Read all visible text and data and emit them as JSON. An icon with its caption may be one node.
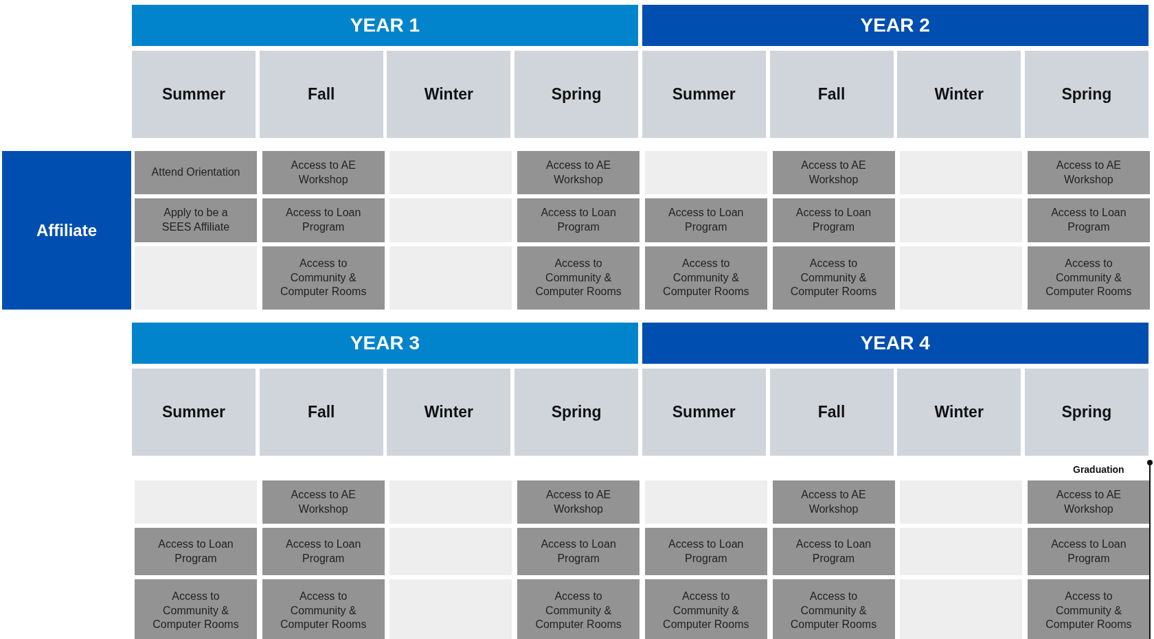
{
  "diagram": {
    "nodes": [
      {
        "text": [
          "YEAR 1"
        ]
      },
      {
        "text": [
          "YEAR 2"
        ]
      },
      {
        "text": [
          "Summer"
        ]
      },
      {
        "text": [
          "Fall"
        ]
      },
      {
        "text": [
          "Winter"
        ]
      },
      {
        "text": [
          "Spring"
        ]
      },
      {
        "text": [
          "Summer"
        ]
      },
      {
        "text": [
          "Fall"
        ]
      },
      {
        "text": [
          "Winter"
        ]
      },
      {
        "text": [
          "Spring"
        ]
      },
      {
        "text": [
          "Affiliate"
        ]
      },
      {
        "text": [
          "Attend Orientation"
        ]
      },
      {
        "text": [
          "Access to AE Workshop"
        ]
      },
      {
        "text": [],
        "shape": "box"
      },
      {
        "text": [
          "Access to AE Workshop"
        ]
      },
      {
        "text": [],
        "shape": "box"
      },
      {
        "text": [
          "Access to AE Workshop"
        ]
      },
      {
        "text": [],
        "shape": "box"
      },
      {
        "text": [
          "Access to AE Workshop"
        ]
      },
      {
        "text": [
          "Apply to be a SEES Affiliate"
        ]
      },
      {
        "text": [
          "Access to Loan Program"
        ]
      },
      {
        "text": [],
        "shape": "box"
      },
      {
        "text": [
          "Access to Loan Program"
        ]
      },
      {
        "text": [
          "Access to Loan Program"
        ]
      },
      {
        "text": [
          "Access to Loan Program"
        ]
      },
      {
        "text": [],
        "shape": "box"
      },
      {
        "text": [
          "Access to Loan Program"
        ]
      },
      {
        "text": [],
        "shape": "box"
      },
      {
        "text": [
          "Access to Community & Computer Rooms"
        ]
      },
      {
        "text": [],
        "shape": "box"
      },
      {
        "text": [
          "Access to Community & Computer Rooms"
        ]
      },
      {
        "text": [
          "Access to Community & Computer Rooms"
        ]
      },
      {
        "text": [
          "Access to Community & Computer Rooms"
        ]
      },
      {
        "text": [],
        "shape": "box"
      },
      {
        "text": [
          "Access to Community & Computer Rooms"
        ]
      },
      {
        "text": [
          "YEAR 3"
        ]
      },
      {
        "text": [
          "YEAR 4"
        ]
      },
      {
        "text": [
          "Summer"
        ]
      },
      {
        "text": [
          "Fall"
        ]
      },
      {
        "text": [
          "Winter"
        ]
      },
      {
        "text": [
          "Spring"
        ]
      },
      {
        "text": [
          "Summer"
        ]
      },
      {
        "text": [
          "Fall"
        ]
      },
      {
        "text": [
          "Winter"
        ]
      },
      {
        "text": [
          "Spring"
        ]
      },
      {
        "text": [],
        "shape": "box"
      },
      {
        "text": [
          "Access to AE Workshop"
        ]
      },
      {
        "text": [],
        "shape": "box"
      },
      {
        "text": [
          "Access to AE Workshop"
        ]
      },
      {
        "text": [],
        "shape": "box"
      },
      {
        "text": [
          "Access to AE Workshop"
        ]
      },
      {
        "text": [],
        "shape": "box"
      },
      {
        "text": [
          "Access to AE Workshop"
        ]
      },
      {
        "text": [
          "Access to Loan Program"
        ]
      },
      {
        "text": [
          "Access to Loan Program"
        ]
      },
      {
        "text": [],
        "shape": "box"
      },
      {
        "text": [
          "Access to Loan Program"
        ]
      },
      {
        "text": [
          "Access to Loan Program"
        ]
      },
      {
        "text": [
          "Access to Loan Program"
        ]
      },
      {
        "text": [],
        "shape": "box"
      },
      {
        "text": [
          "Access to Loan Program"
        ]
      },
      {
        "text": [
          "Access to Community & Computer Rooms"
        ]
      },
      {
        "text": [
          "Access to Community & Computer Rooms"
        ]
      },
      {
        "text": [],
        "shape": "box"
      },
      {
        "text": [
          "Access to Community & Computer Rooms"
        ]
      },
      {
        "text": [
          "Access to Community & Computer Rooms"
        ]
      },
      {
        "text": [
          "Access to Community & Computer Rooms"
        ]
      },
      {
        "text": [],
        "shape": "box"
      },
      {
        "text": [
          "Access to Community & Computer Rooms"
        ]
      }
    ],
    "labels": [
      "Graduation"
    ]
  }
}
